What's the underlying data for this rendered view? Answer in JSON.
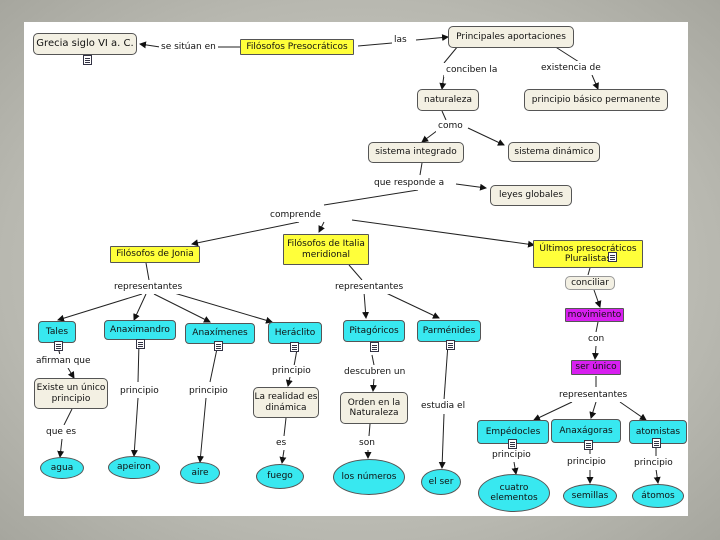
{
  "nodes": {
    "grecia": "Grecia siglo VI a. C.",
    "filosofos_presocraticos": "Filósofos Presocráticos",
    "principales_aportaciones": "Principales aportaciones",
    "naturaleza": "naturaleza",
    "principio_permanente": "principio básico permanente",
    "sistema_integrado": "sistema integrado",
    "sistema_dinamico": "sistema dinámico",
    "leyes_globales": "leyes globales",
    "filosofos_jonia": "Filósofos de Jonia",
    "filosofos_italia": "Filósofos de Italia meridional",
    "ultimos_presocraticos": "Últimos presocráticos Pluralistas",
    "tales": "Tales",
    "anaximandro": "Anaximandro",
    "anaximenes": "Anaxímenes",
    "heraclito": "Heráclito",
    "pitagoricos": "Pitagóricos",
    "parmenides": "Parménides",
    "movimiento": "movimiento",
    "ser_unico": "ser único",
    "existe_principio": "Existe un único principio",
    "realidad_dinamica": "La realidad es dinámica",
    "orden_naturaleza": "Orden en la Naturaleza",
    "empedocles": "Empédocles",
    "anaxagoras": "Anaxágoras",
    "atomistas": "atomistas",
    "agua": "agua",
    "apeiron": "apeiron",
    "aire": "aire",
    "fuego": "fuego",
    "numeros": "los números",
    "el_ser": "el ser",
    "cuatro_elementos": "cuatro elementos",
    "semillas": "semillas",
    "atomos": "átomos"
  },
  "links": {
    "se_situan_en": "se sitúan en",
    "las": "las",
    "conciben_la": "conciben la",
    "existencia_de": "existencia de",
    "como": "como",
    "que_responde_a": "que responde a",
    "comprende": "comprende",
    "representantes_jonia": "representantes",
    "representantes_italia": "representantes",
    "conciliar": "conciliar",
    "con": "con",
    "representantes_plural": "representantes",
    "afirman_que": "afirman que",
    "principio_anaximandro": "principio",
    "principio_anaximenes": "principio",
    "principio_heraclito": "principio",
    "descubren_un": "descubren un",
    "estudia_el": "estudia el",
    "que_es": "que es",
    "es": "es",
    "son": "son",
    "principio_empedocles": "principio",
    "principio_anaxagoras": "principio",
    "principio_atomistas": "principio"
  }
}
